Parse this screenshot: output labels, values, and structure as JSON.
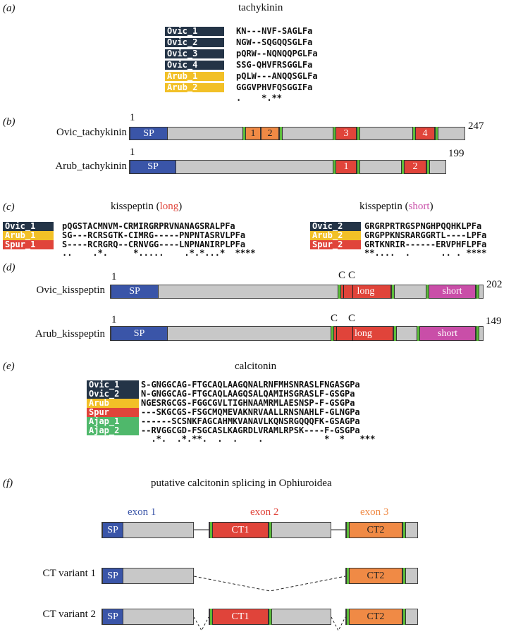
{
  "panels": {
    "a": "(a)",
    "b": "(b)",
    "c": "(c)",
    "d": "(d)",
    "e": "(e)",
    "f": "(f)"
  },
  "tachykinin": {
    "title": "tachykinin",
    "rows": [
      {
        "name": "Ovic_1",
        "seq": "KN---NVF-SAGLFa",
        "color": "#243447"
      },
      {
        "name": "Ovic_2",
        "seq": "NGW--SQGQQSGLFa",
        "color": "#243447"
      },
      {
        "name": "Ovic_3",
        "seq": "pQRW--NQNQQPGLFa",
        "color": "#243447"
      },
      {
        "name": "Ovic_4",
        "seq": "SSG-QHVFRSGGLFa",
        "color": "#243447"
      },
      {
        "name": "Arub_1",
        "seq": "pQLW---ANQQSGLFa",
        "color": "#f2c027"
      },
      {
        "name": "Arub_2",
        "seq": "GGGVPHVFQSGGIFa",
        "color": "#f2c027"
      }
    ],
    "consensus": ".    *.**"
  },
  "tachykinin_proteins": [
    {
      "name": "Ovic_tachykinin",
      "start": "1",
      "end": "247",
      "sp": "SP",
      "peptides": [
        "1",
        "2",
        "3",
        "4"
      ]
    },
    {
      "name": "Arub_tachykinin",
      "start": "1",
      "end": "199",
      "sp": "SP",
      "peptides": [
        "1",
        "2"
      ]
    }
  ],
  "kisspeptin": {
    "title_prefix": "kisspeptin (",
    "long_word": "long",
    "short_word": "short",
    "title_suffix": ")",
    "long_color": "#e0443a",
    "short_color": "#c94ea8",
    "long_rows": [
      {
        "name": "Ovic_1",
        "seq": "pQGSTACMNVM-CRMIRGRPRVNANAGSRALPFa",
        "color": "#243447"
      },
      {
        "name": "Arub_1",
        "seq": "SG---RCRSGTK-CIMRG-----PNPNTASRVLPFa",
        "color": "#f2c027"
      },
      {
        "name": "Spur_1",
        "seq": "S----RCRGRQ--CRNVGG----LNPNANIRPLPFa",
        "color": "#e0443a"
      }
    ],
    "long_consensus": "..    .*.     *.....    .*.*...*  ****",
    "short_rows": [
      {
        "name": "Ovic_2",
        "seq": "GRGRPRTRGSPNGHPQQHKLPFa",
        "color": "#243447"
      },
      {
        "name": "Arub_2",
        "seq": "GRGPPKNSRARGGRTL----LPFa",
        "color": "#f2c027"
      },
      {
        "name": "Spur_2",
        "seq": "GRTKNRIR------ERVPHFLPFa",
        "color": "#e0443a"
      }
    ],
    "short_consensus": "**....  .      .. . ****"
  },
  "kisspeptin_proteins": [
    {
      "name": "Ovic_kisspeptin",
      "start": "1",
      "end": "202",
      "sp": "SP",
      "long": "long",
      "short": "short",
      "c1": "C",
      "c2": "C"
    },
    {
      "name": "Arub_kisspeptin",
      "start": "1",
      "end": "149",
      "sp": "SP",
      "long": "long",
      "short": "short",
      "c1": "C",
      "c2": "C"
    }
  ],
  "calcitonin": {
    "title": "calcitonin",
    "rows": [
      {
        "name": "Ovic_1",
        "seq": "S-GNGGCAG-FTGCAQLAAGQNALRNFMHSNRASLFNGASGPa",
        "color": "#243447"
      },
      {
        "name": "Ovic_2",
        "seq": "N-GNGGCAG-FTGCAQLAAGQSALQAMIHSGRASLF-GSGPa",
        "color": "#243447"
      },
      {
        "name": "Arub",
        "seq": "NGESRGCGS-FGGCGVLTIGHNAAMRMLAESNSP-F-GSGPa",
        "color": "#f2c027"
      },
      {
        "name": "Spur",
        "seq": "---SKGCGS-FSGCMQMEVAKNRVAALLRNSNAHLF-GLNGPa",
        "color": "#e0443a"
      },
      {
        "name": "Ajap_1",
        "seq": "------SCSNKFAGCAHMKVANAVLKQNSRGQQQFK-GSAGPa",
        "color": "#4fb86b"
      },
      {
        "name": "Ajap_2",
        "seq": "--RVGGCGD-FSGCASLKAGRDLVRAMLRPSK----F-GSGPa",
        "color": "#4fb86b"
      }
    ],
    "consensus": "  .*.  .*.**.  .  .    .            *  *   ***"
  },
  "splicing": {
    "title": "putative calcitonin splicing in Ophiuroidea",
    "exon1": "exon 1",
    "exon2": "exon 2",
    "exon3": "exon 3",
    "exon1_color": "#3a55a8",
    "exon2_color": "#e0443a",
    "exon3_color": "#f08a45",
    "sp": "SP",
    "ct1": "CT1",
    "ct2": "CT2",
    "variant1": "CT variant 1",
    "variant2": "CT variant 2"
  }
}
